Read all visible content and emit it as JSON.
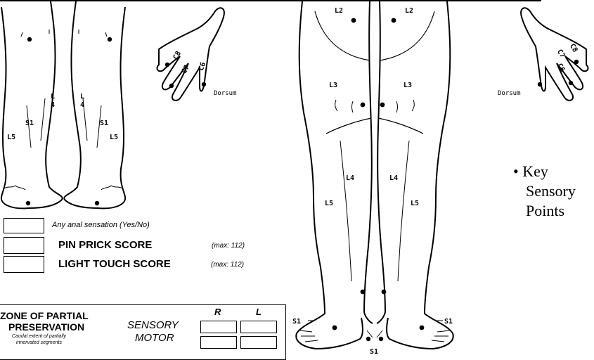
{
  "segment_labels": {
    "l2": "L2",
    "l3": "L3",
    "l4": "L4",
    "l5": "L5",
    "s1": "S1",
    "l4_split_top": "L",
    "l4_split_bottom": "4",
    "c6": "C6",
    "c7": "C7",
    "c8": "C8"
  },
  "dorsum_label": "Dorsum",
  "key": {
    "bullet": "•",
    "line1": "Key",
    "line2": "Sensory",
    "line3": "Points"
  },
  "scores": {
    "anal_sensation": "Any anal sensation (Yes/No)",
    "pin_prick_label": "PIN PRICK SCORE",
    "pin_prick_max": "(max: 112)",
    "light_touch_label": "LIGHT TOUCH SCORE",
    "light_touch_max": "(max: 112)"
  },
  "zpp": {
    "title_line1": "ZONE OF PARTIAL",
    "title_line2": "PRESERVATION",
    "subtitle_line1": "Caudal extent of partially",
    "subtitle_line2": "innervated segments",
    "sensory_label": "SENSORY",
    "motor_label": "MOTOR",
    "col_r": "R",
    "col_l": "L"
  }
}
